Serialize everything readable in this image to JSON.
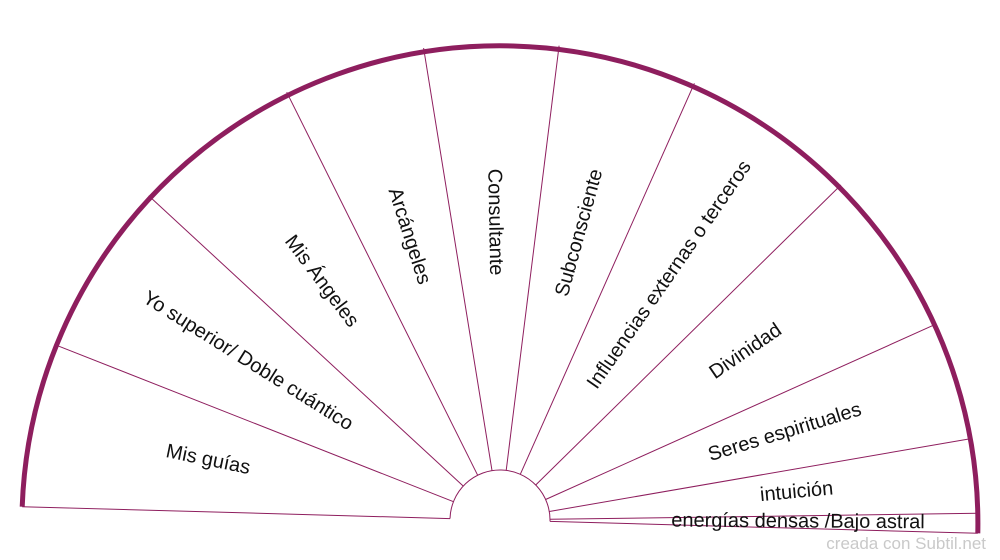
{
  "chart_data": {
    "type": "pendulum-chart",
    "sectors": [
      "Mis guías",
      "Yo superior/ Doble cuántico",
      "Mis Ángeles",
      "Arcángeles",
      "Consultante",
      "Subconsciente",
      "Influencias externas o terceros",
      "Divinidad",
      "Seres espirituales",
      "intuición",
      "energías densas /Bajo astral"
    ],
    "arc_color": "#8e1e5e",
    "line_color": "#8e1e5e",
    "label_color": "#111111"
  },
  "footer": {
    "credit": "creada con Subtil.net"
  }
}
